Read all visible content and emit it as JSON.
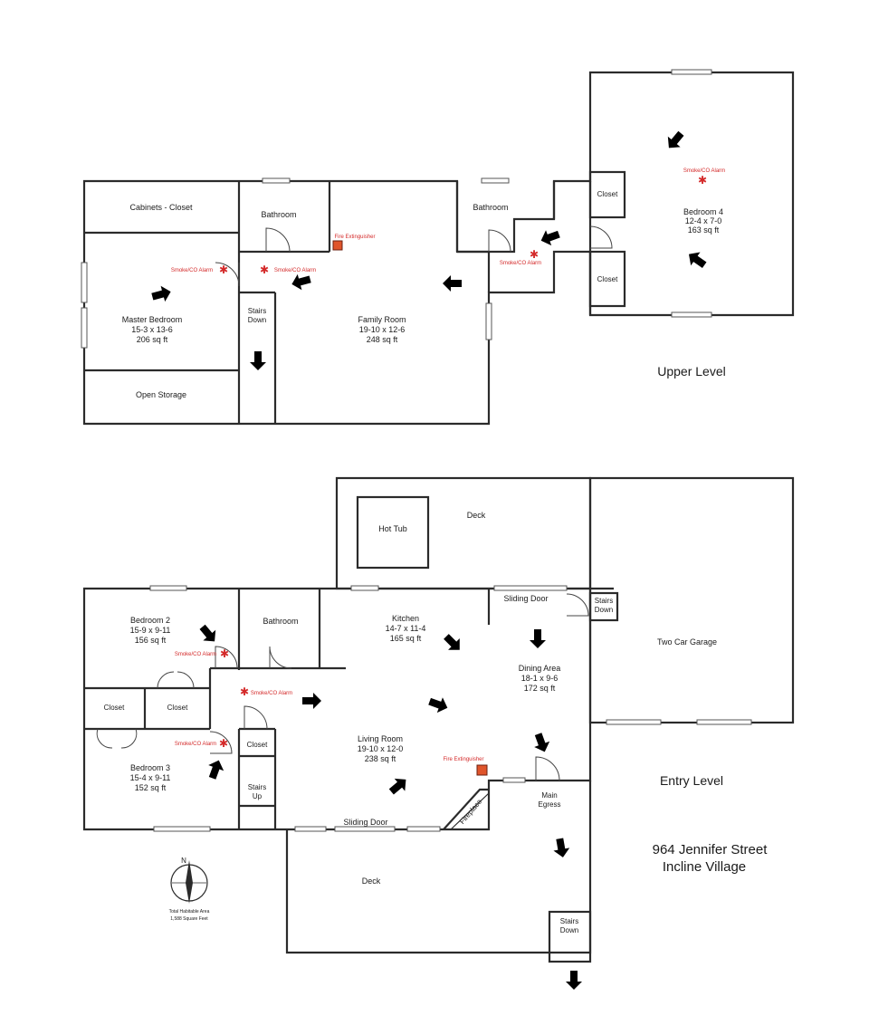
{
  "upper_level": {
    "level_label": "Upper Level",
    "rooms": {
      "cabinets_closet": "Cabinets - Closet",
      "master_bedroom": {
        "name": "Master Bedroom",
        "dims": "15-3 x 13-6",
        "area": "206 sq ft"
      },
      "open_storage": "Open Storage",
      "bathroom_left": "Bathroom",
      "stairs_down": [
        "Stairs",
        "Down"
      ],
      "family_room": {
        "name": "Family Room",
        "dims": "19-10 x 12-6",
        "area": "248 sq ft"
      },
      "bathroom_right": "Bathroom",
      "closet_top": "Closet",
      "closet_bottom": "Closet",
      "bedroom4": {
        "name": "Bedroom 4",
        "dims": "12-4 x 7-0",
        "area": "163 sq ft"
      }
    },
    "safety": {
      "smoke_master": "Smoke/CO Alarm",
      "smoke_hall": "Smoke/CO Alarm",
      "fire_extinguisher": "Fire Extinguisher",
      "smoke_bath": "Smoke/CO Alarm",
      "smoke_bedroom4": "Smoke/CO Alarm"
    }
  },
  "entry_level": {
    "level_label": "Entry Level",
    "rooms": {
      "deck_top": "Deck",
      "hot_tub": "Hot Tub",
      "bedroom2": {
        "name": "Bedroom 2",
        "dims": "15-9 x 9-11",
        "area": "156 sq ft"
      },
      "bathroom": "Bathroom",
      "kitchen": {
        "name": "Kitchen",
        "dims": "14-7 x 11-4",
        "area": "165 sq ft"
      },
      "sliding_door_top": "Sliding Door",
      "stairs_down_garage": [
        "Stairs",
        "Down"
      ],
      "two_car_garage": "Two Car Garage",
      "dining_area": {
        "name": "Dining Area",
        "dims": "18-1 x 9-6",
        "area": "172 sq ft"
      },
      "closet_left": "Closet",
      "closet_mid": "Closet",
      "living_room": {
        "name": "Living Room",
        "dims": "19-10 x 12-0",
        "area": "238 sq ft"
      },
      "closet_stair": "Closet",
      "bedroom3": {
        "name": "Bedroom 3",
        "dims": "15-4 x 9-11",
        "area": "152 sq ft"
      },
      "stairs_up": [
        "Stairs",
        "Up"
      ],
      "main_egress": [
        "Main",
        "Egress"
      ],
      "fireplace": "Fireplace",
      "sliding_door_bottom": "Sliding Door",
      "deck_bottom": "Deck",
      "stairs_down_deck": [
        "Stairs",
        "Down"
      ]
    },
    "safety": {
      "smoke_bedroom2": "Smoke/CO Alarm",
      "smoke_living": "Smoke/CO Alarm",
      "smoke_bedroom3": "Smoke/CO Alarm",
      "fire_extinguisher": "Fire Extinguisher"
    }
  },
  "address": [
    "964 Jennifer Street",
    "Incline Village"
  ],
  "compass": {
    "north_label": "N"
  },
  "total_area": [
    "Total Habitable Area",
    "1,588 Square Feet"
  ],
  "colors": {
    "alarm": "#d42a2a",
    "extinguisher": "#e0552b",
    "walls": "#2b2b2b"
  }
}
